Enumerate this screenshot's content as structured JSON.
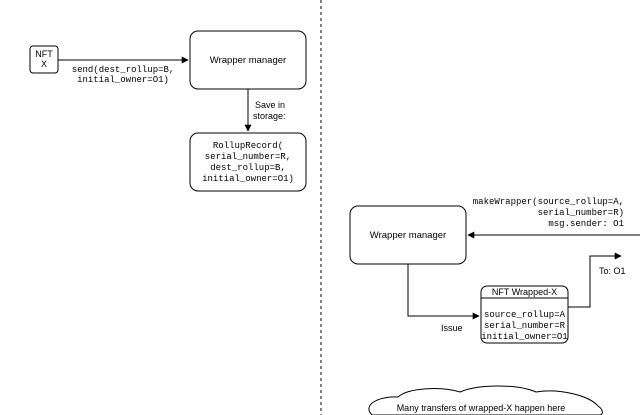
{
  "nodes": {
    "nft_x": {
      "lines": [
        "NFT",
        "X"
      ]
    },
    "wrapper_manager_left": {
      "label": "Wrapper manager"
    },
    "rollup_record": {
      "lines": [
        "RollupRecord(",
        "serial_number=R,",
        "dest_rollup=B,",
        "initial_owner=O1)"
      ]
    },
    "wrapper_manager_right": {
      "label": "Wrapper manager"
    },
    "nft_wrapped": {
      "title": "NFT Wrapped-X",
      "lines": [
        "source_rollup=A",
        "serial_number=R",
        "initial_owner=O1"
      ]
    },
    "cloud": {
      "label": "Many transfers of wrapped-X happen here"
    }
  },
  "edges": {
    "send": {
      "lines": [
        "send(dest_rollup=B,",
        "initial_owner=O1)"
      ]
    },
    "save": {
      "lines": [
        "Save in",
        "storage:"
      ]
    },
    "make_wrapper": {
      "lines": [
        "makeWrapper(source_rollup=A,",
        "serial_number=R)",
        "msg.sender: O1"
      ]
    },
    "issue": {
      "label": "Issue"
    },
    "to": {
      "label": "To: O1"
    }
  },
  "colors": {
    "stroke": "#000000",
    "background": "#ffffff"
  }
}
